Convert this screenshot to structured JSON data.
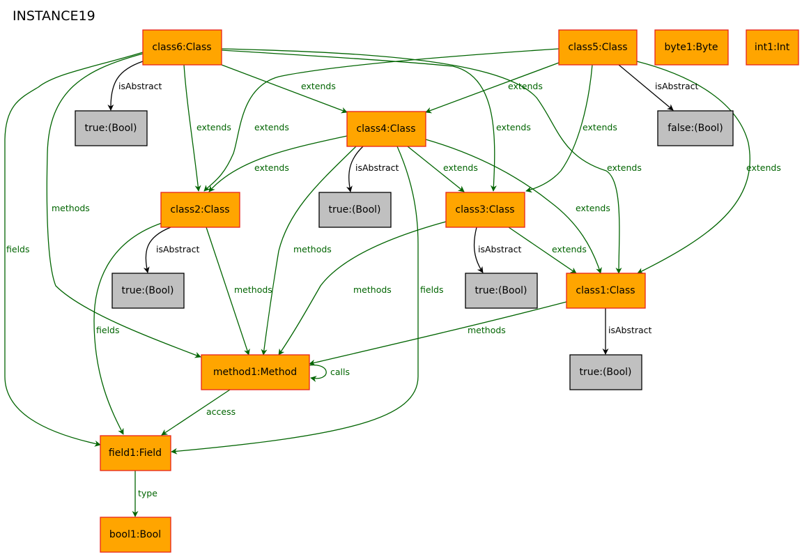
{
  "title": "INSTANCE19",
  "nodes": {
    "class6": {
      "label": "class6:Class",
      "kind": "object"
    },
    "class5": {
      "label": "class5:Class",
      "kind": "object"
    },
    "byte1": {
      "label": "byte1:Byte",
      "kind": "object"
    },
    "int1": {
      "label": "int1:Int",
      "kind": "object"
    },
    "true_c6": {
      "label": "true:(Bool)",
      "kind": "value"
    },
    "class4": {
      "label": "class4:Class",
      "kind": "object"
    },
    "false_c5": {
      "label": "false:(Bool)",
      "kind": "value"
    },
    "class2": {
      "label": "class2:Class",
      "kind": "object"
    },
    "true_c4": {
      "label": "true:(Bool)",
      "kind": "value"
    },
    "class3": {
      "label": "class3:Class",
      "kind": "object"
    },
    "true_c2": {
      "label": "true:(Bool)",
      "kind": "value"
    },
    "true_c3": {
      "label": "true:(Bool)",
      "kind": "value"
    },
    "class1": {
      "label": "class1:Class",
      "kind": "object"
    },
    "method1": {
      "label": "method1:Method",
      "kind": "object"
    },
    "true_c1": {
      "label": "true:(Bool)",
      "kind": "value"
    },
    "field1": {
      "label": "field1:Field",
      "kind": "object"
    },
    "bool1": {
      "label": "bool1:Bool",
      "kind": "object"
    }
  },
  "edges": [
    {
      "from": "class6",
      "to": "true_c6",
      "label": "isAbstract",
      "color": "black"
    },
    {
      "from": "class6",
      "to": "class4",
      "label": "extends",
      "color": "green"
    },
    {
      "from": "class6",
      "to": "class2",
      "label": "extends",
      "color": "green"
    },
    {
      "from": "class6",
      "to": "class3",
      "label": "extends",
      "color": "green"
    },
    {
      "from": "class6",
      "to": "class1",
      "label": "extends",
      "color": "green"
    },
    {
      "from": "class6",
      "to": "method1",
      "label": "methods",
      "color": "green"
    },
    {
      "from": "class6",
      "to": "field1",
      "label": "fields",
      "color": "green"
    },
    {
      "from": "class5",
      "to": "false_c5",
      "label": "isAbstract",
      "color": "black"
    },
    {
      "from": "class5",
      "to": "class4",
      "label": "extends",
      "color": "green"
    },
    {
      "from": "class5",
      "to": "class2",
      "label": "extends",
      "color": "green"
    },
    {
      "from": "class5",
      "to": "class3",
      "label": "extends",
      "color": "green"
    },
    {
      "from": "class5",
      "to": "class1",
      "label": "extends",
      "color": "green"
    },
    {
      "from": "class4",
      "to": "true_c4",
      "label": "isAbstract",
      "color": "black"
    },
    {
      "from": "class4",
      "to": "class2",
      "label": "extends",
      "color": "green"
    },
    {
      "from": "class4",
      "to": "class3",
      "label": "extends",
      "color": "green"
    },
    {
      "from": "class4",
      "to": "class1",
      "label": "extends",
      "color": "green"
    },
    {
      "from": "class4",
      "to": "method1",
      "label": "methods",
      "color": "green"
    },
    {
      "from": "class4",
      "to": "field1",
      "label": "fields",
      "color": "green"
    },
    {
      "from": "class2",
      "to": "true_c2",
      "label": "isAbstract",
      "color": "black"
    },
    {
      "from": "class2",
      "to": "method1",
      "label": "methods",
      "color": "green"
    },
    {
      "from": "class2",
      "to": "field1",
      "label": "fields",
      "color": "green"
    },
    {
      "from": "class3",
      "to": "true_c3",
      "label": "isAbstract",
      "color": "black"
    },
    {
      "from": "class3",
      "to": "class1",
      "label": "extends",
      "color": "green"
    },
    {
      "from": "class3",
      "to": "method1",
      "label": "methods",
      "color": "green"
    },
    {
      "from": "class1",
      "to": "true_c1",
      "label": "isAbstract",
      "color": "black"
    },
    {
      "from": "class1",
      "to": "method1",
      "label": "methods",
      "color": "green"
    },
    {
      "from": "method1",
      "to": "method1",
      "label": "calls",
      "color": "green"
    },
    {
      "from": "method1",
      "to": "field1",
      "label": "access",
      "color": "green"
    },
    {
      "from": "field1",
      "to": "bool1",
      "label": "type",
      "color": "green"
    }
  ],
  "colors": {
    "object_fill": "#FFA500",
    "object_border": "#E8221A",
    "value_fill": "#C0C0C0",
    "value_border": "#000000",
    "relation_edge": "#006400",
    "attribute_edge": "#000000"
  }
}
